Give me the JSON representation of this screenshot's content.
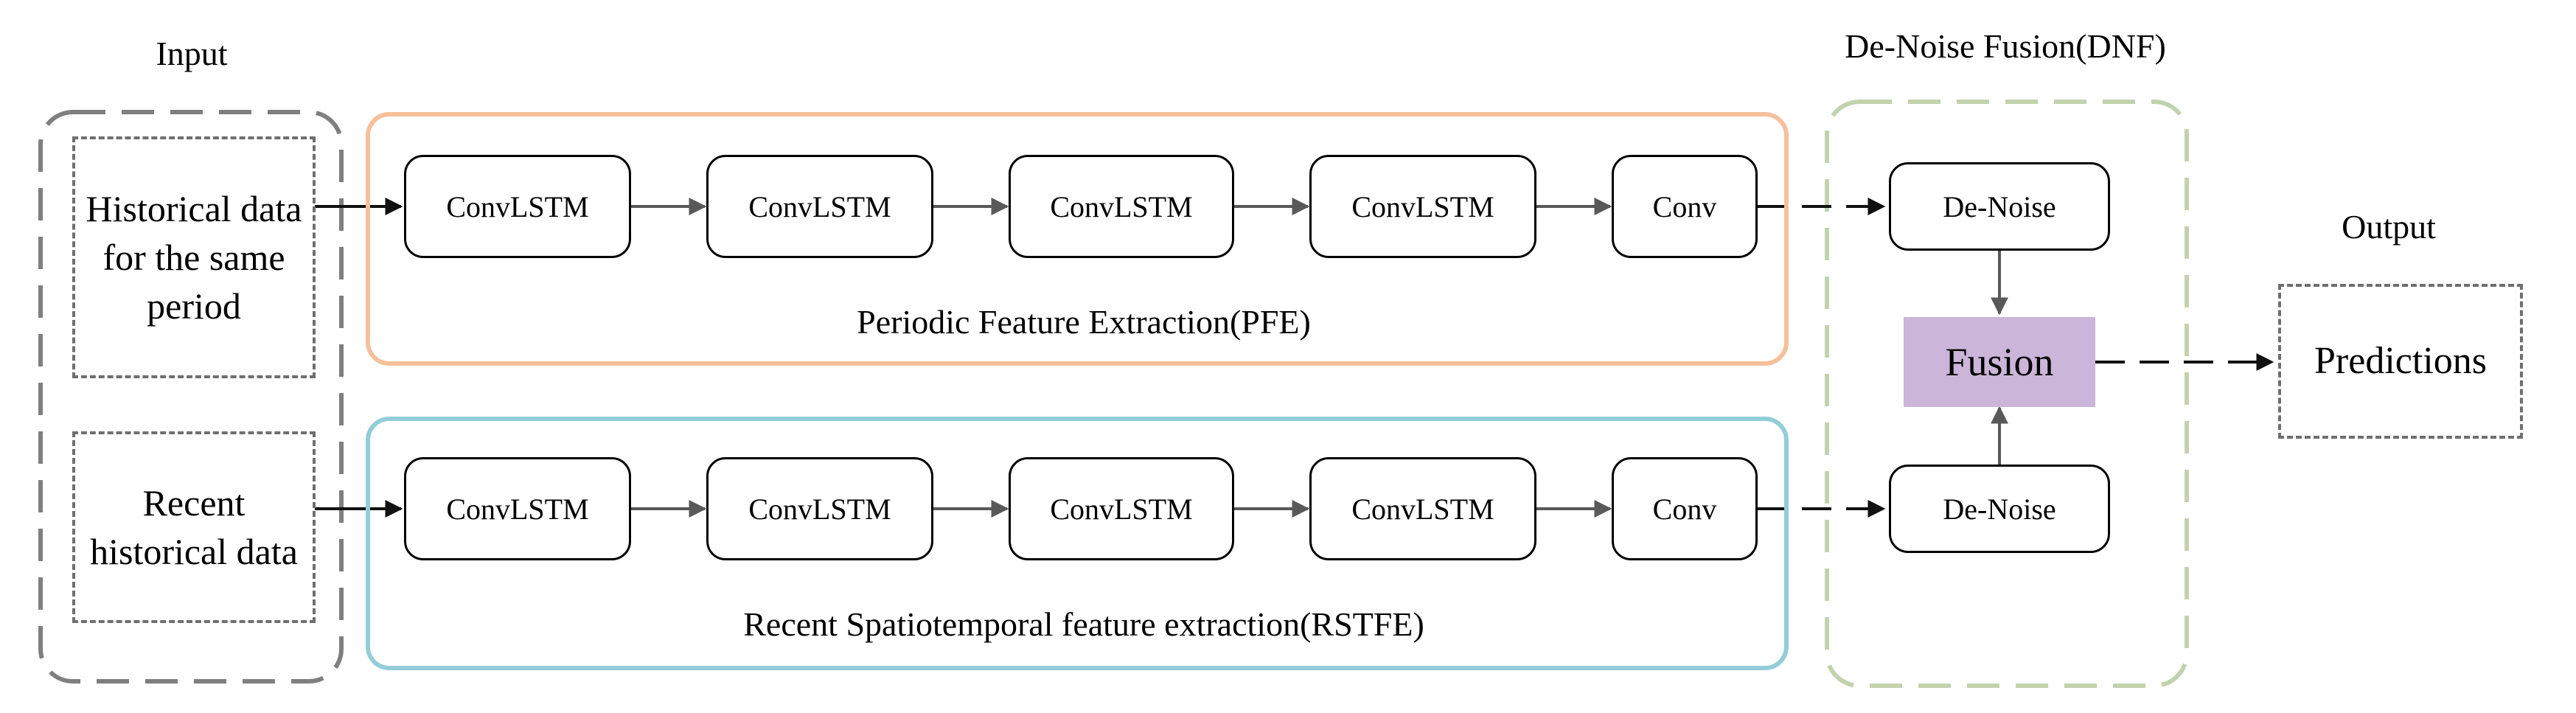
{
  "titles": {
    "input": "Input",
    "dnf": "De-Noise Fusion(DNF)",
    "output": "Output"
  },
  "inputs": {
    "periodic": "Historical data for the same period",
    "recent": "Recent historical data"
  },
  "pfe": {
    "nodes": [
      "ConvLSTM",
      "ConvLSTM",
      "ConvLSTM",
      "ConvLSTM",
      "Conv"
    ],
    "caption": "Periodic Feature Extraction(PFE)"
  },
  "rstfe": {
    "nodes": [
      "ConvLSTM",
      "ConvLSTM",
      "ConvLSTM",
      "ConvLSTM",
      "Conv"
    ],
    "caption": "Recent Spatiotemporal feature extraction(RSTFE)"
  },
  "dnf": {
    "denoise_top": "De-Noise",
    "denoise_bottom": "De-Noise",
    "fusion": "Fusion"
  },
  "output": {
    "predictions": "Predictions"
  },
  "colors": {
    "pfe_border": "#f5c09a",
    "rstfe_border": "#93cdd8",
    "input_group_border": "#7f7f7f",
    "dnf_group_border": "#c3d2ae",
    "fusion_fill": "#cbb5d9",
    "arrow": "#595959"
  }
}
